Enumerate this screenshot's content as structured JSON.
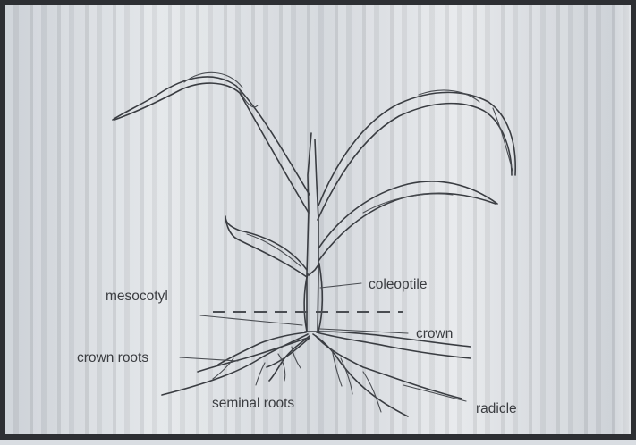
{
  "labels": {
    "mesocotyl": "mesocotyl",
    "coleoptile": "coleoptile",
    "crown": "crown",
    "crown_roots": "crown roots",
    "seminal_roots": "seminal roots",
    "radicle": "radicle"
  }
}
